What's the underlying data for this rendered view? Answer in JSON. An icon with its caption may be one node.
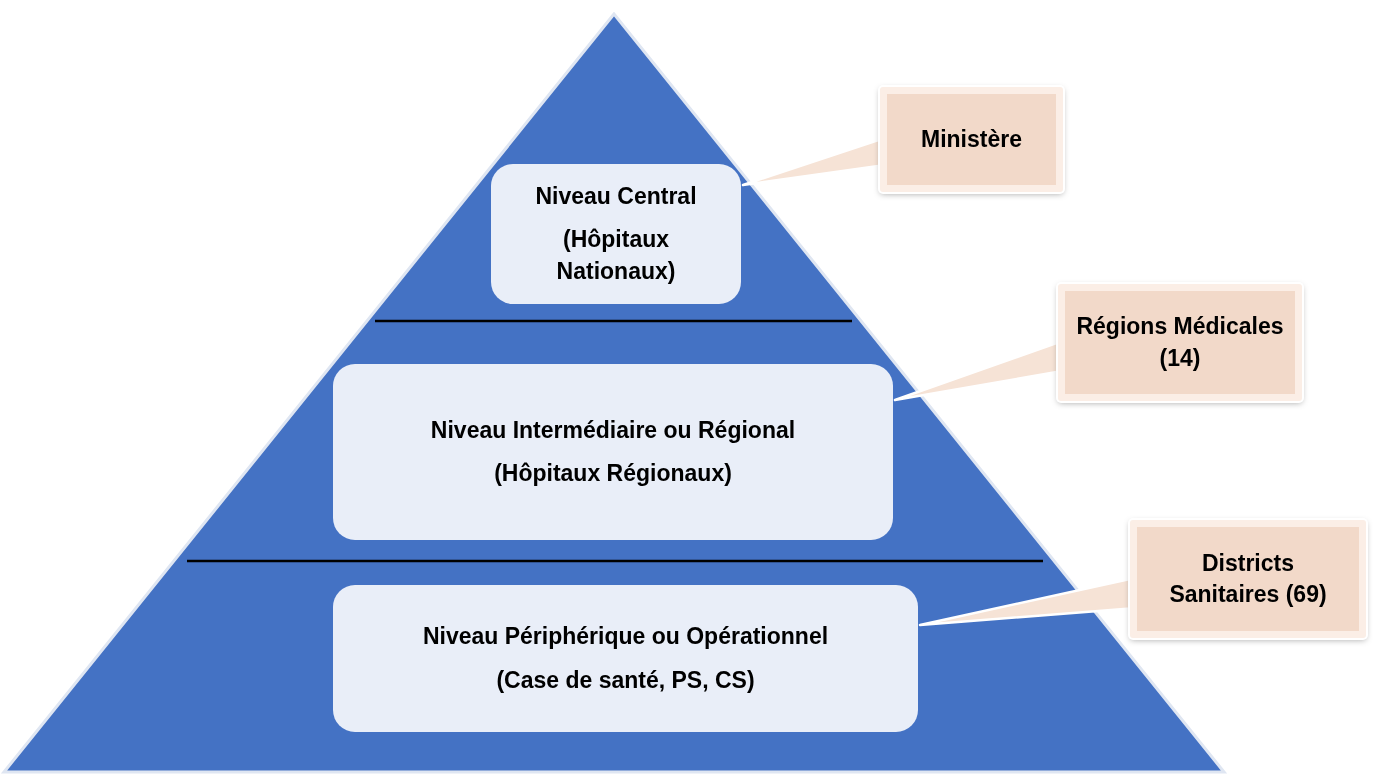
{
  "diagram": {
    "nodes": [
      {
        "text": [],
        "shape": "triangle"
      },
      {
        "text": [
          "Niveau Central",
          "(Hôpitaux Nationaux)"
        ],
        "in": 0
      },
      {
        "text": [
          "Niveau Intermédiaire ou Régional",
          "(Hôpitaux Régionaux)"
        ],
        "in": 0
      },
      {
        "text": [
          "Niveau Périphérique ou Opérationnel",
          "(Case de santé, PS, CS)"
        ],
        "in": 0
      },
      {
        "text": [
          "Ministère"
        ]
      },
      {
        "text": [
          "Régions Médicales (14)"
        ]
      },
      {
        "text": [
          "Districts Sanitaires (69)"
        ]
      }
    ],
    "edges": [
      {
        "from": 4,
        "to": 1,
        "arrow": "to"
      },
      {
        "from": 5,
        "to": 2,
        "arrow": "to"
      },
      {
        "from": 6,
        "to": 3,
        "arrow": "to"
      }
    ]
  }
}
